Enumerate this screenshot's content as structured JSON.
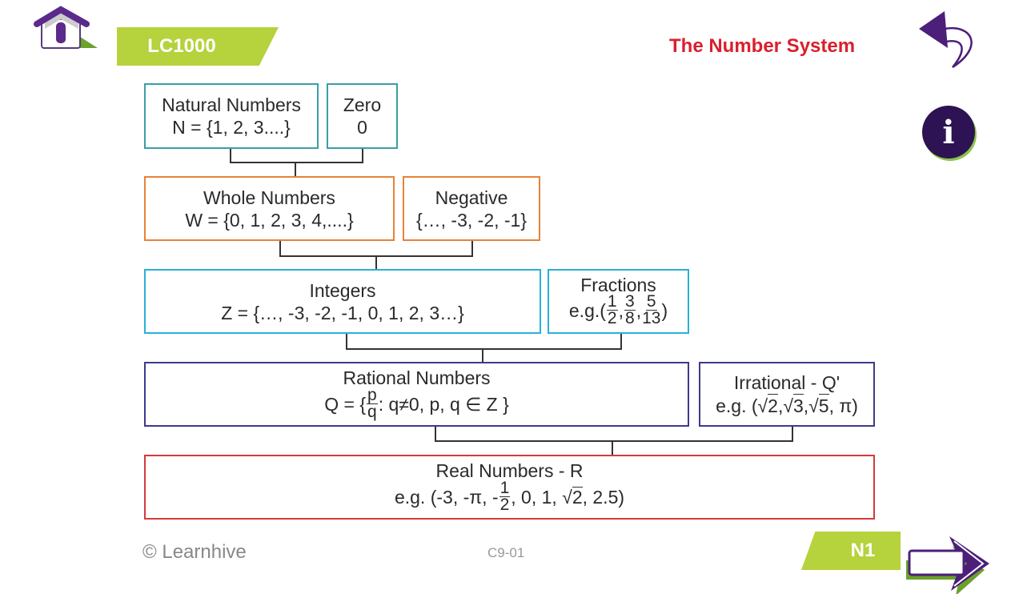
{
  "header": {
    "code": "LC1000",
    "title": "The Number System"
  },
  "boxes": {
    "natural": {
      "title": "Natural Numbers",
      "body": "N = {1, 2, 3....}"
    },
    "zero": {
      "title": "Zero",
      "body": "0"
    },
    "whole": {
      "title": "Whole Numbers",
      "body": "W = {0, 1, 2, 3, 4,....}"
    },
    "negative": {
      "title": "Negative",
      "body": "{…, -3, -2, -1}"
    },
    "integers": {
      "title": "Integers",
      "body": "Z = {…, -3, -2, -1, 0, 1, 2, 3…}"
    },
    "fractions": {
      "title": "Fractions",
      "prefix": "e.g.(",
      "f1": [
        "1",
        "2"
      ],
      "f2": [
        "3",
        "8"
      ],
      "f3": [
        "5",
        "13"
      ],
      "suffix": ")"
    },
    "rational": {
      "title": "Rational Numbers",
      "prefix": "Q = {",
      "num": "p",
      "den": "q",
      "suffix": ": q≠0, p, q ∈ Z }"
    },
    "irrational": {
      "title": "Irrational - Q'",
      "prefix": "e.g. (√",
      "r1": "2",
      ",√": ",√",
      "r2": "3",
      "r3": "5",
      "suffix": ", π)"
    },
    "real": {
      "title": "Real Numbers - R",
      "prefix": "e.g. (-3, -π, -",
      "num": "1",
      "den": "2",
      "mid": ", 0, 1, √",
      "r": "2",
      "suffix": ", 2.5)"
    }
  },
  "footer": {
    "copyright": "© Learnhive",
    "page_code": "C9-01",
    "badge": "N1"
  },
  "colors": {
    "green": "#b6d23c",
    "purple": "#4b1f7a",
    "title_red": "#d9202e"
  }
}
